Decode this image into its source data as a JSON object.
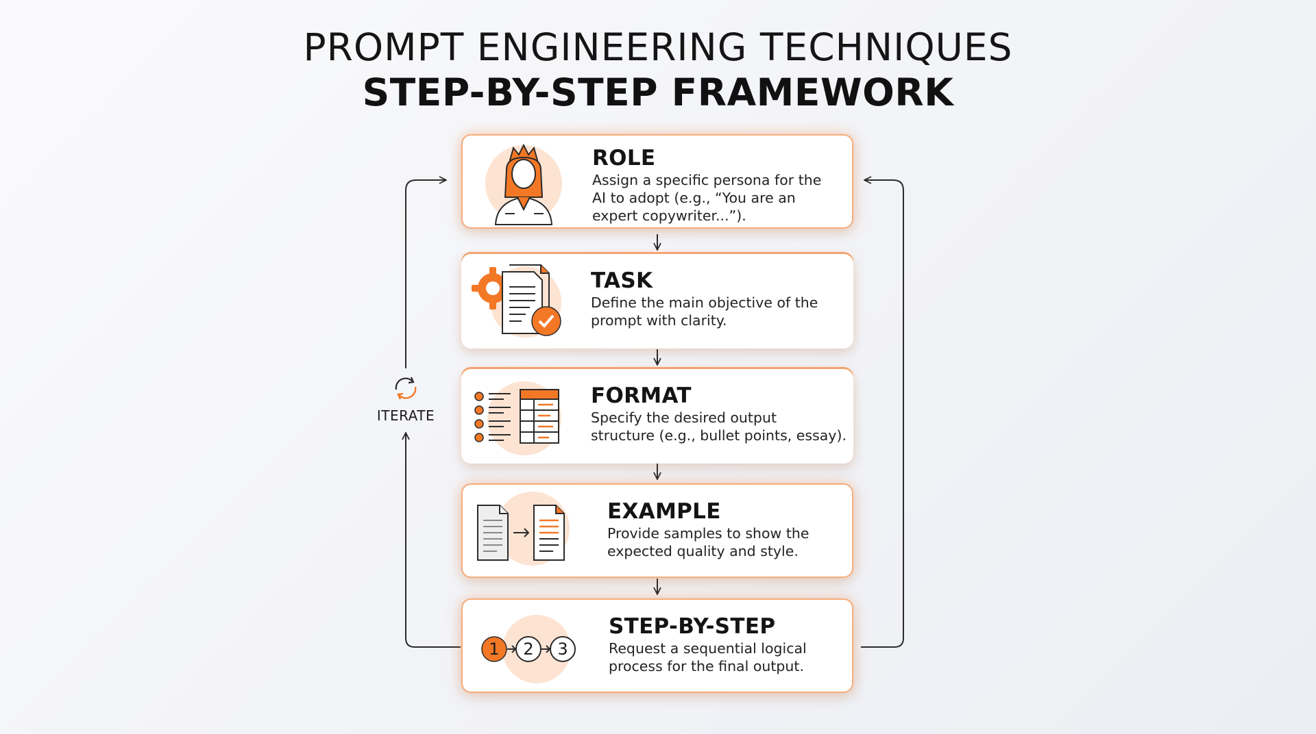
{
  "title": {
    "line1": "PROMPT ENGINEERING TECHNIQUES",
    "line2": "STEP-BY-STEP FRAMEWORK"
  },
  "steps": [
    {
      "title": "ROLE",
      "icon": "persona-icon",
      "desc": [
        "Assign a specific persona for the",
        "AI to adopt (e.g., “You are an",
        "expert copywriter...”)."
      ]
    },
    {
      "title": "TASK",
      "icon": "task-document-check-icon",
      "desc": [
        "Define the main objective of the",
        "prompt with clarity."
      ]
    },
    {
      "title": "FORMAT",
      "icon": "list-table-icon",
      "desc": [
        "Specify the desired output",
        "structure (e.g., bullet points, essay)."
      ]
    },
    {
      "title": "EXAMPLE",
      "icon": "document-transform-icon",
      "desc": [
        "Provide samples to show the",
        "expected quality and style."
      ]
    },
    {
      "title": "STEP-BY-STEP",
      "icon": "numbered-steps-icon",
      "desc": [
        "Request a sequential logical",
        "process for the final output."
      ],
      "numbers": [
        "1",
        "2",
        "3"
      ]
    }
  ],
  "iterate": {
    "label": "ITERATE",
    "icon": "refresh-cycle-icon"
  },
  "colors": {
    "accent": "#F37826",
    "accent_light": "#FDE3D2",
    "text": "#141414",
    "line": "#2a2a2a"
  }
}
